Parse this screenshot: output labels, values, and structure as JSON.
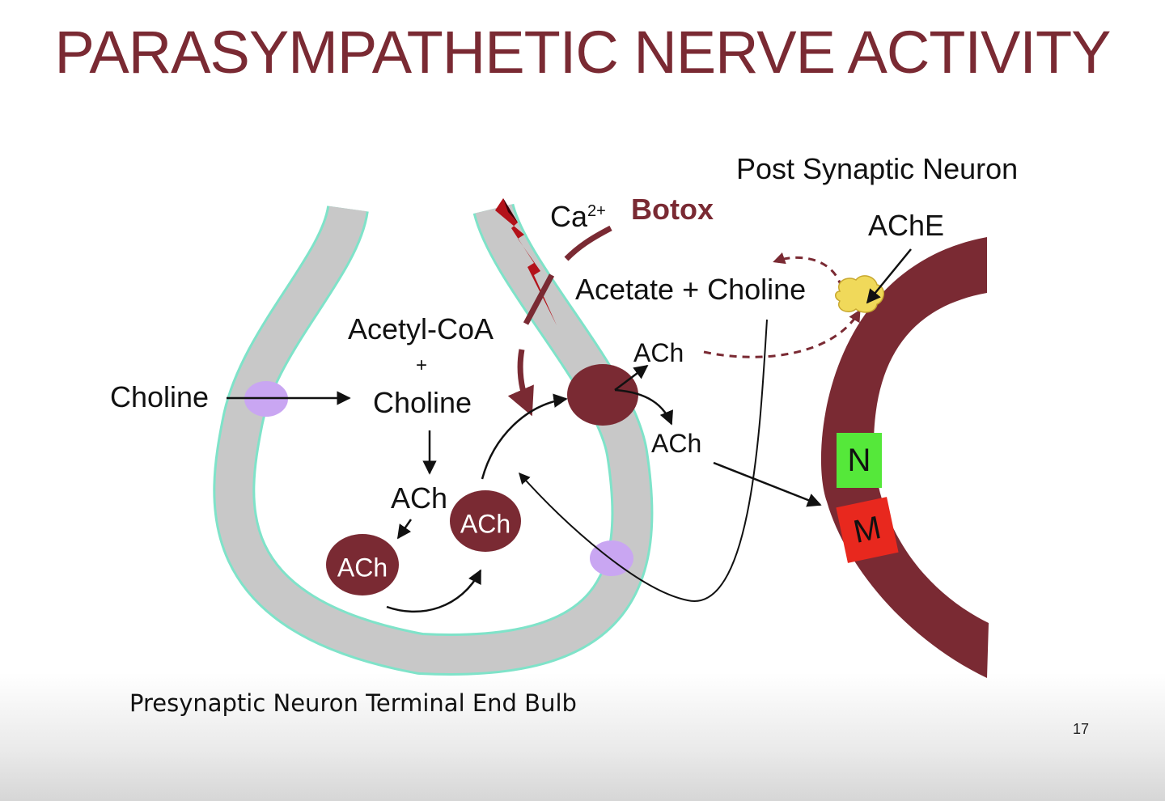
{
  "title": "PARASYMPATHETIC NERVE ACTIVITY",
  "labels": {
    "post_synaptic": "Post Synaptic Neuron",
    "ache": "AChE",
    "ca": "Ca",
    "ca_sup": "2+",
    "botox": "Botox",
    "acetate_choline": "Acetate + Choline",
    "acetyl_coa": "Acetyl-CoA",
    "plus": "+",
    "choline_inside": "Choline",
    "choline_outside": "Choline",
    "ach_synthesis": "ACh",
    "ach_release_up": "ACh",
    "ach_release_down": "ACh",
    "caption": "Presynaptic Neuron Terminal End Bulb"
  },
  "vesicles": [
    {
      "label": "ACh"
    },
    {
      "label": "ACh"
    }
  ],
  "receptors": [
    {
      "label": "N",
      "color": "#55e83a"
    },
    {
      "label": "M",
      "color": "#e8281e"
    }
  ],
  "colors": {
    "title": "#7a2a33",
    "maroon": "#7a2a33",
    "membrane_fill": "#c8c8c8",
    "membrane_edge": "#7fe3c9",
    "channel": "#c9a6f2",
    "enzyme": "#f0d95a"
  },
  "page_number": "17"
}
